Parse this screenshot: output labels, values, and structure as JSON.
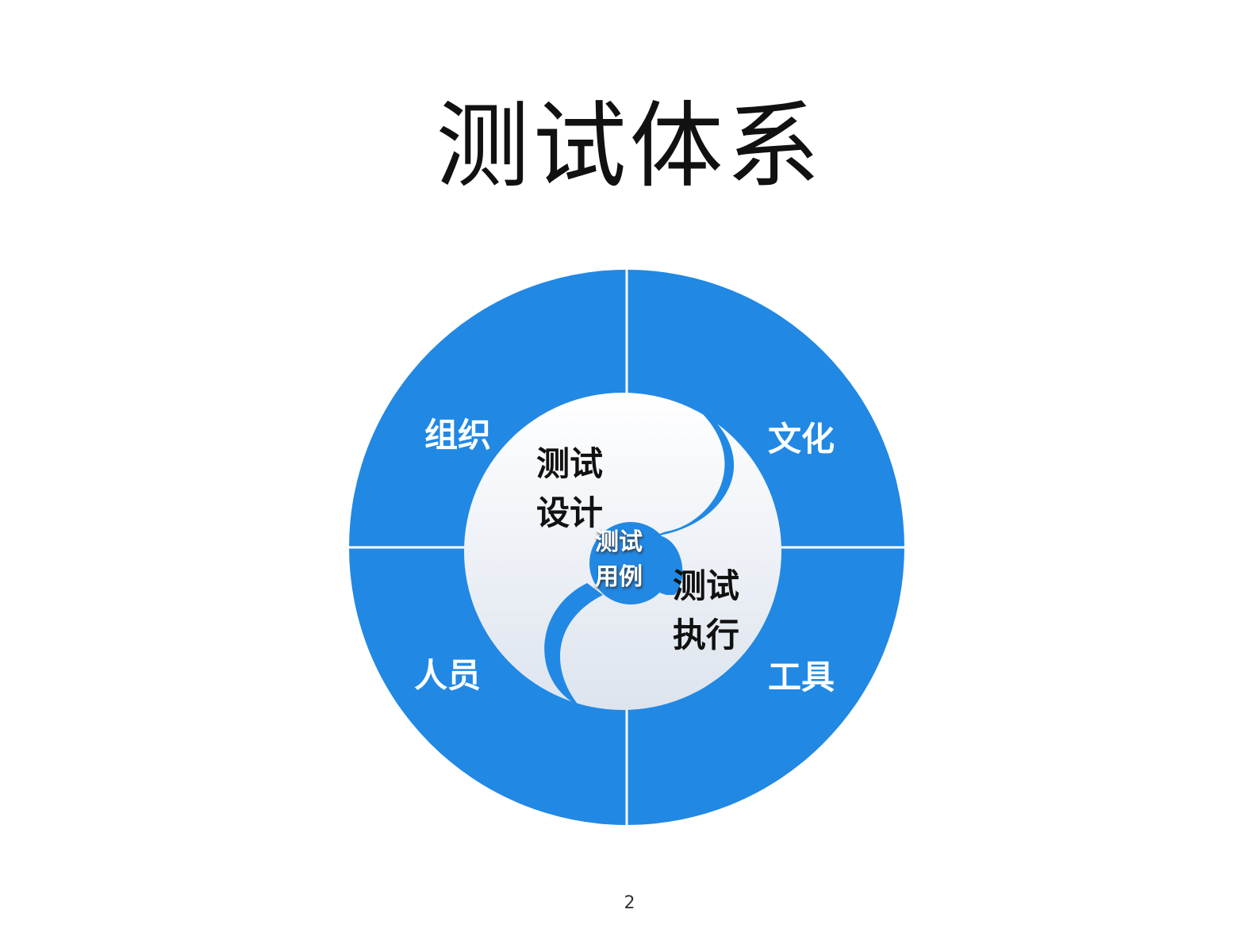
{
  "title": "测试体系",
  "diagram": {
    "outer": {
      "top_left": "组织",
      "top_right": "文化",
      "bottom_left": "人员",
      "bottom_right": "工具"
    },
    "inner": {
      "top": [
        "测试",
        "设计"
      ],
      "bottom": [
        "测试",
        "执行"
      ],
      "center": [
        "测试",
        "用例"
      ]
    },
    "colors": {
      "ring": "#2188E4",
      "inner": "#F4F6FA",
      "divider": "#FFFFFF"
    }
  },
  "page_number": "2"
}
